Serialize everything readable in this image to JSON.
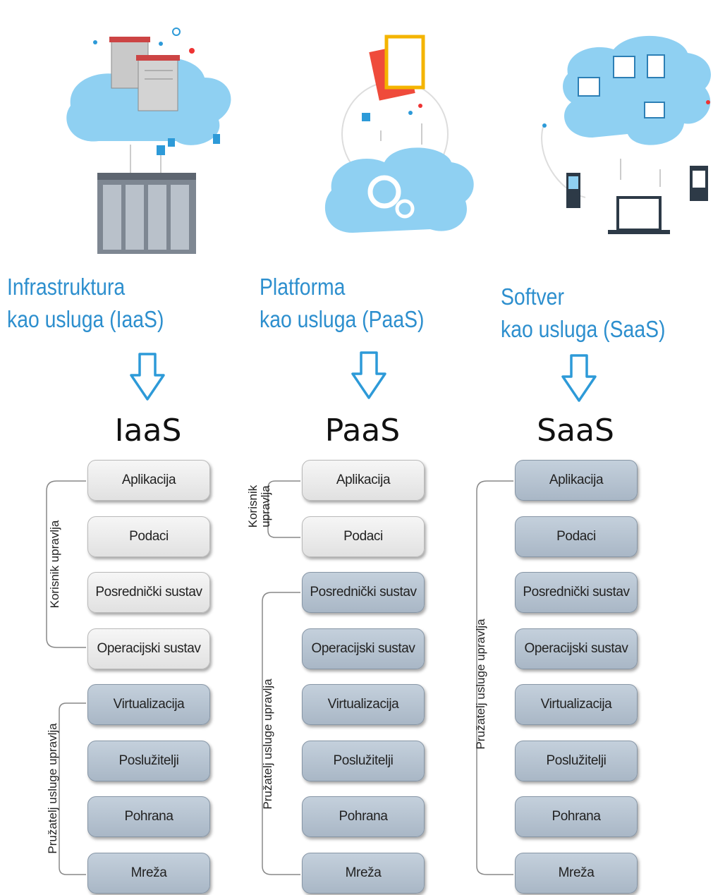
{
  "columns": [
    {
      "title_line1": "Infrastruktura",
      "title_line2": "kao usluga (IaaS)",
      "abbreviation": "IaaS",
      "layers": [
        {
          "label": "Aplikacija",
          "managed_by": "user"
        },
        {
          "label": "Podaci",
          "managed_by": "user"
        },
        {
          "label": "Posrednički sustav",
          "managed_by": "user"
        },
        {
          "label": "Operacijski sustav",
          "managed_by": "user"
        },
        {
          "label": "Virtualizacija",
          "managed_by": "provider"
        },
        {
          "label": "Poslužitelji",
          "managed_by": "provider"
        },
        {
          "label": "Pohrana",
          "managed_by": "provider"
        },
        {
          "label": "Mreža",
          "managed_by": "provider"
        }
      ],
      "user_bracket_label": "Korisnik upravlja",
      "provider_bracket_label": "Pružatelj usluge upravlja"
    },
    {
      "title_line1": "Platforma",
      "title_line2": "kao usluga (PaaS)",
      "abbreviation": "PaaS",
      "layers": [
        {
          "label": "Aplikacija",
          "managed_by": "user"
        },
        {
          "label": "Podaci",
          "managed_by": "user"
        },
        {
          "label": "Posrednički sustav",
          "managed_by": "provider"
        },
        {
          "label": "Operacijski sustav",
          "managed_by": "provider"
        },
        {
          "label": "Virtualizacija",
          "managed_by": "provider"
        },
        {
          "label": "Poslužitelji",
          "managed_by": "provider"
        },
        {
          "label": "Pohrana",
          "managed_by": "provider"
        },
        {
          "label": "Mreža",
          "managed_by": "provider"
        }
      ],
      "user_bracket_label_line1": "Korisnik",
      "user_bracket_label_line2": "upravlja",
      "provider_bracket_label": "Pružatelj usluge upravlja"
    },
    {
      "title_line1": "Softver",
      "title_line2": "kao usluga (SaaS)",
      "abbreviation": "SaaS",
      "layers": [
        {
          "label": "Aplikacija",
          "managed_by": "provider"
        },
        {
          "label": "Podaci",
          "managed_by": "provider"
        },
        {
          "label": "Posrednički sustav",
          "managed_by": "provider"
        },
        {
          "label": "Operacijski sustav",
          "managed_by": "provider"
        },
        {
          "label": "Virtualizacija",
          "managed_by": "provider"
        },
        {
          "label": "Poslužitelji",
          "managed_by": "provider"
        },
        {
          "label": "Pohrana",
          "managed_by": "provider"
        },
        {
          "label": "Mreža",
          "managed_by": "provider"
        }
      ],
      "provider_bracket_label": "Pružatelj usluge upravlja"
    }
  ],
  "colors": {
    "title_blue": "#2d8fce",
    "cloud_blue": "#8fd0f2",
    "arrow_blue": "#2d9ad8",
    "user_layer": "#e6e6e6",
    "provider_layer": "#b5c2cf"
  },
  "icons": [
    "iaas-cloud-illustration",
    "paas-cloud-illustration",
    "saas-cloud-illustration",
    "down-arrow-icon"
  ]
}
